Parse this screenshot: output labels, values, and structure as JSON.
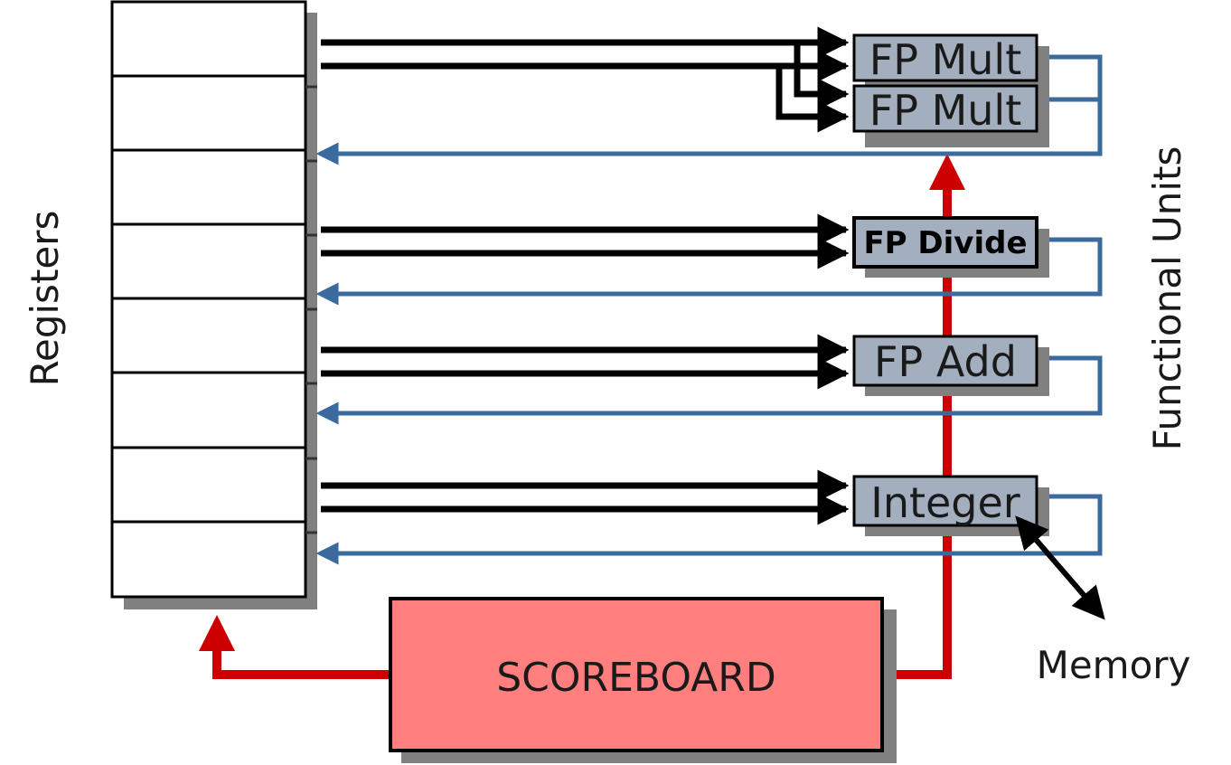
{
  "labels": {
    "registers": "Registers",
    "functional_units": "Functional Units",
    "memory": "Memory",
    "scoreboard": "SCOREBOARD"
  },
  "units": [
    {
      "label": "FP Mult",
      "bold": false
    },
    {
      "label": "FP Mult",
      "bold": false
    },
    {
      "label": "FP Divide",
      "bold": true
    },
    {
      "label": "FP Add",
      "bold": false
    },
    {
      "label": "Integer",
      "bold": false
    }
  ],
  "colors": {
    "operand_bus": "#000000",
    "result_bus": "#3a6a9e",
    "control_bus": "#cc0000",
    "unit_fill": "#a3afbf",
    "scoreboard_fill": "#ff7f7f",
    "shadow": "#808080"
  }
}
